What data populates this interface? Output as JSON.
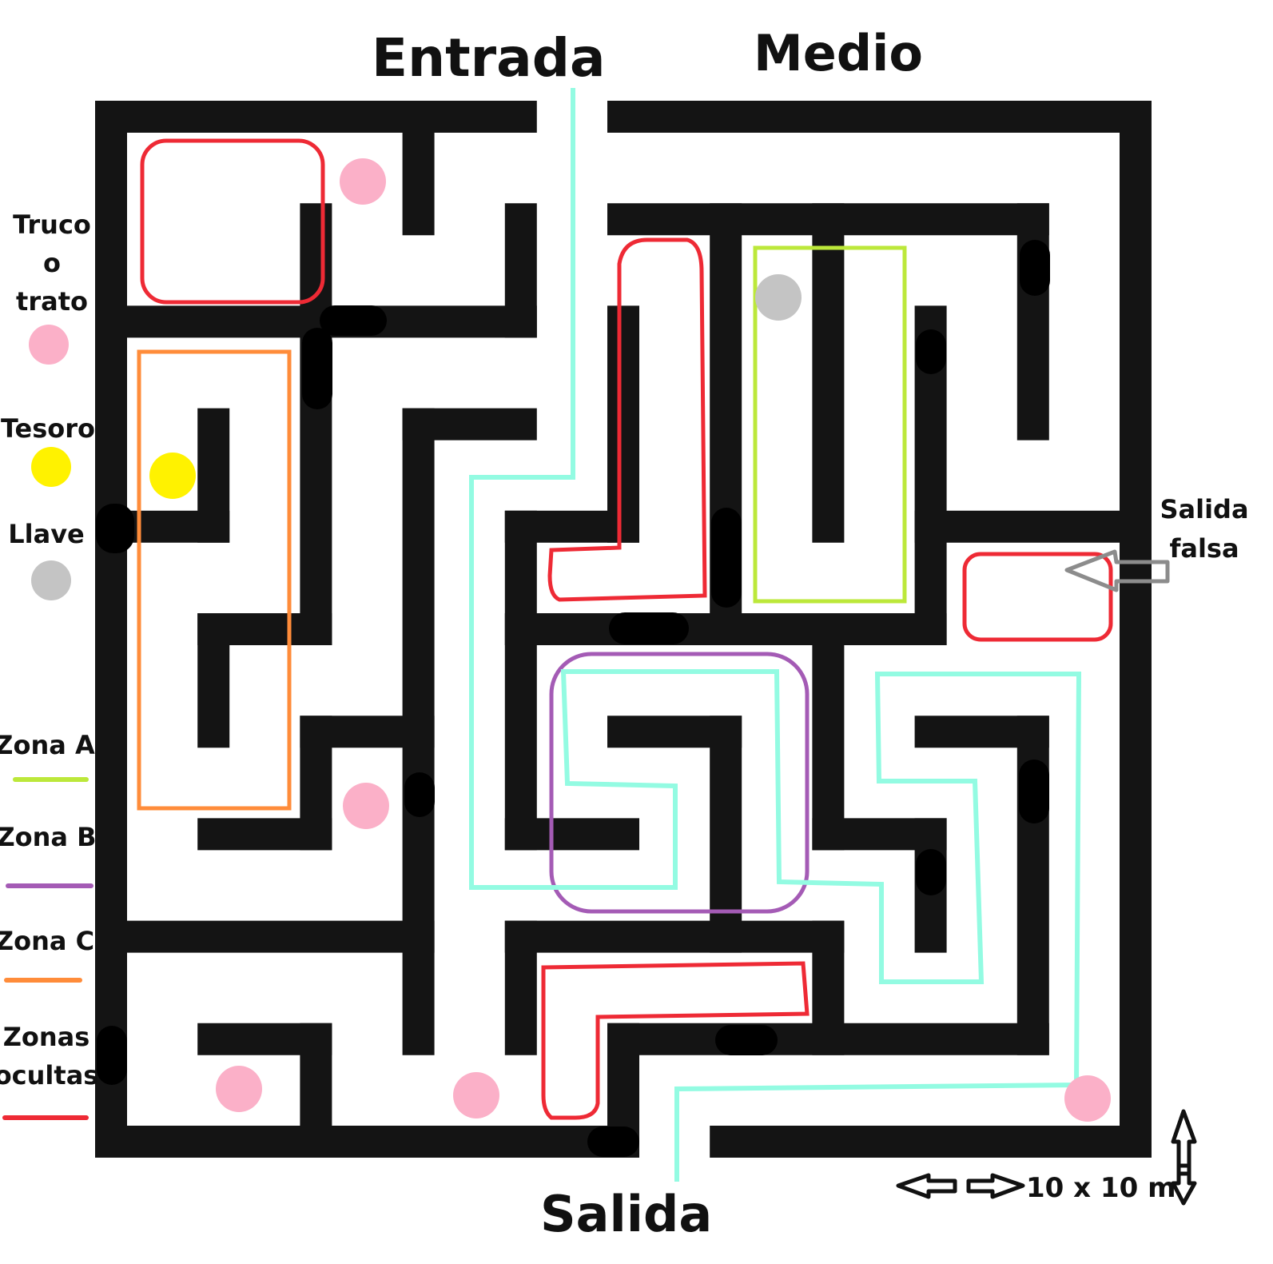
{
  "titles": {
    "entrance": "Entrada",
    "middle": "Medio",
    "exit": "Salida",
    "false_exit_line1": "Salida",
    "false_exit_line2": "falsa"
  },
  "legend": {
    "trick_or_treat": {
      "line1": "Truco",
      "line2": "o",
      "line3": "trato",
      "color": "#fbb0c8"
    },
    "treasure": {
      "label": "Tesoro",
      "color": "#fff200"
    },
    "key": {
      "label": "Llave",
      "color": "#c4c4c4"
    },
    "zone_a": {
      "label": "Zona  A",
      "color": "#bce83a"
    },
    "zone_b": {
      "label": "Zona  B",
      "color": "#a45bb5"
    },
    "zone_c": {
      "label": "Zona  C",
      "color": "#ff8c3a"
    },
    "hidden": {
      "line1": "Zonas",
      "line2": "ocultas",
      "color": "#ee2a35"
    }
  },
  "scale": {
    "label": "10 x 10 m"
  },
  "colors": {
    "wall": "#141414",
    "route": "#93fbe2",
    "hidden_block": "#000000",
    "arrow": "#8c8c8c"
  }
}
